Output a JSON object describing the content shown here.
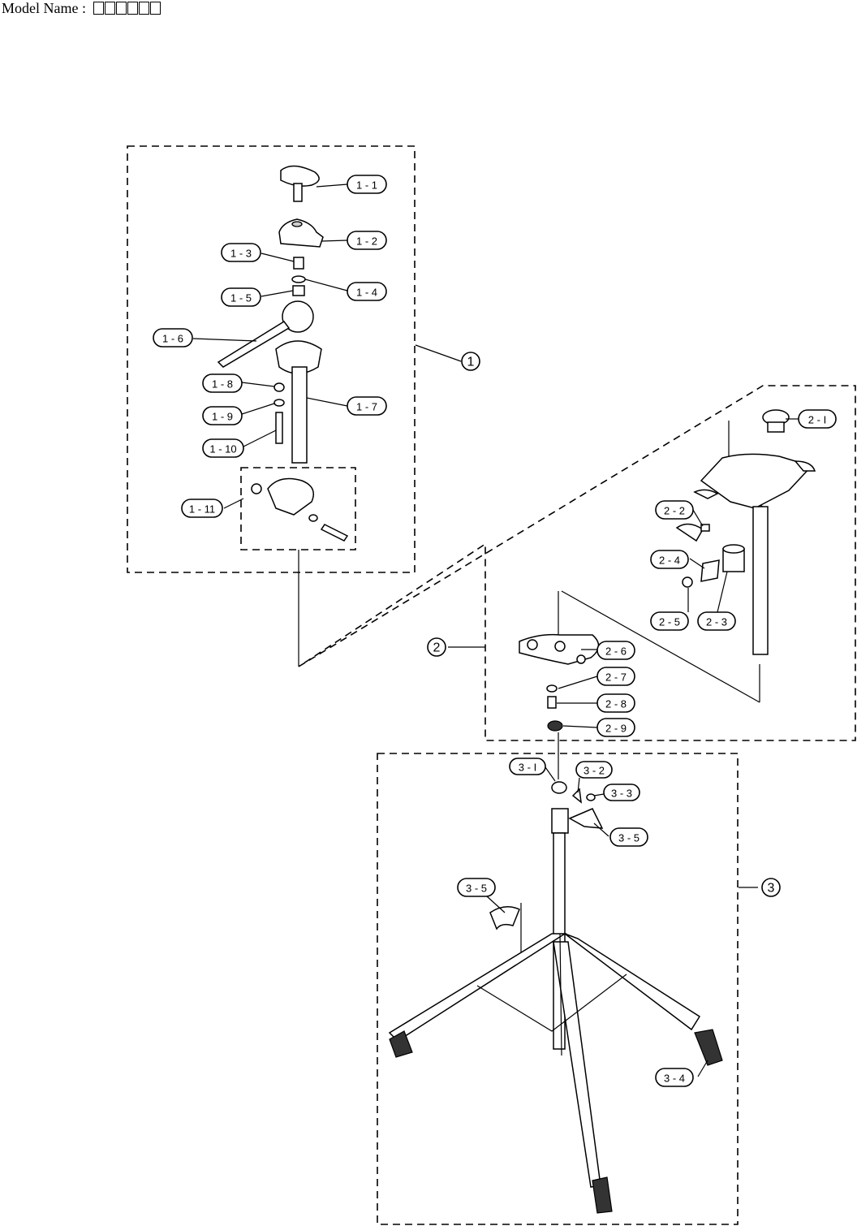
{
  "header": {
    "model_label": "Model Name :",
    "model_value_glyphs": 6
  },
  "groups": [
    {
      "id": "g1",
      "label": "1"
    },
    {
      "id": "g2",
      "label": "2"
    },
    {
      "id": "g3",
      "label": "3"
    }
  ],
  "callouts": [
    {
      "id": "1-1",
      "label": "1 - 1"
    },
    {
      "id": "1-2",
      "label": "1 - 2"
    },
    {
      "id": "1-3",
      "label": "1 - 3"
    },
    {
      "id": "1-4",
      "label": "1 - 4"
    },
    {
      "id": "1-5",
      "label": "1 - 5"
    },
    {
      "id": "1-6",
      "label": "1 - 6"
    },
    {
      "id": "1-7",
      "label": "1 - 7"
    },
    {
      "id": "1-8",
      "label": "1 - 8"
    },
    {
      "id": "1-9",
      "label": "1 - 9"
    },
    {
      "id": "1-10",
      "label": "1 - 10"
    },
    {
      "id": "1-11",
      "label": "1 - 11"
    },
    {
      "id": "2-1",
      "label": "2 - I"
    },
    {
      "id": "2-2",
      "label": "2 - 2"
    },
    {
      "id": "2-3",
      "label": "2 - 3"
    },
    {
      "id": "2-4",
      "label": "2 - 4"
    },
    {
      "id": "2-5",
      "label": "2 - 5"
    },
    {
      "id": "2-6",
      "label": "2 - 6"
    },
    {
      "id": "2-7",
      "label": "2 - 7"
    },
    {
      "id": "2-8",
      "label": "2 - 8"
    },
    {
      "id": "2-9",
      "label": "2 - 9"
    },
    {
      "id": "3-1",
      "label": "3 - I"
    },
    {
      "id": "3-2",
      "label": "3 - 2"
    },
    {
      "id": "3-3",
      "label": "3 - 3"
    },
    {
      "id": "3-5a",
      "label": "3 - 5"
    },
    {
      "id": "3-5b",
      "label": "3 - 5"
    },
    {
      "id": "3-4",
      "label": "3 - 4"
    }
  ]
}
